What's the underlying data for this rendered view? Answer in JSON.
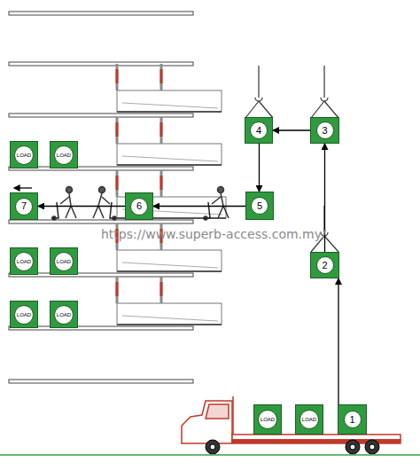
{
  "diagram": {
    "nodes": [
      {
        "text": [
          "4"
        ]
      },
      {
        "text": [
          "3"
        ]
      },
      {
        "text": [
          "LOAD"
        ]
      },
      {
        "text": [
          "LOAD"
        ]
      },
      {
        "text": [
          "7"
        ]
      },
      {
        "text": [
          "6"
        ]
      },
      {
        "text": [
          "5"
        ]
      },
      {
        "text": [
          "2"
        ]
      },
      {
        "text": [
          "LOAD"
        ]
      },
      {
        "text": [
          "LOAD"
        ]
      },
      {
        "text": [
          "LOAD"
        ]
      },
      {
        "text": [
          "LOAD"
        ]
      },
      {
        "text": [
          "LOAD"
        ]
      },
      {
        "text": [
          "LOAD"
        ]
      },
      {
        "text": [
          "1"
        ]
      }
    ],
    "edges": [
      {
        "from": 14,
        "to": 7,
        "arrow": "to"
      },
      {
        "from": 7,
        "to": 1,
        "arrow": "to"
      },
      {
        "from": 1,
        "to": 0,
        "arrow": "to"
      },
      {
        "from": 0,
        "to": 6,
        "arrow": "to"
      },
      {
        "from": 6,
        "to": 5,
        "arrow": "to"
      },
      {
        "from": 5,
        "to": 4,
        "arrow": "to"
      }
    ],
    "labels": [
      "https://www.superb-access.com.my/"
    ]
  }
}
